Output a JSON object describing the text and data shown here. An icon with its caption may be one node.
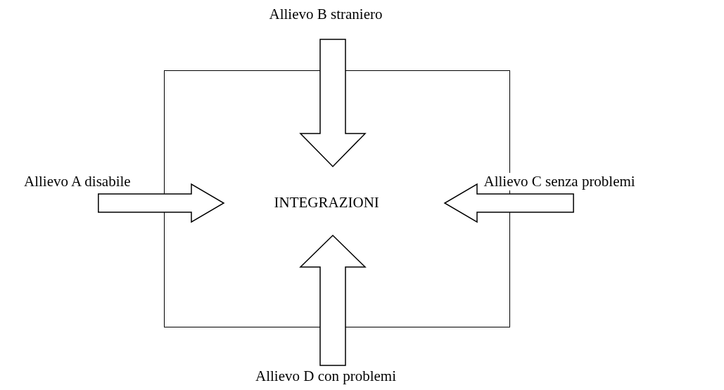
{
  "diagram": {
    "nodes": [
      {
        "text": [
          "INTEGRAZIONI"
        ]
      },
      {
        "text": [
          "Allievo B straniero"
        ]
      },
      {
        "text": [
          "Allievo A disabile"
        ]
      },
      {
        "text": [
          "Allievo C senza problemi"
        ]
      },
      {
        "text": [
          "Allievo D con problemi"
        ]
      }
    ],
    "edges": [
      {
        "from": 1,
        "to": 0,
        "arrow": "to"
      },
      {
        "from": 2,
        "to": 0,
        "arrow": "to"
      },
      {
        "from": 3,
        "to": 0,
        "arrow": "to"
      },
      {
        "from": 4,
        "to": 0,
        "arrow": "to"
      }
    ]
  }
}
